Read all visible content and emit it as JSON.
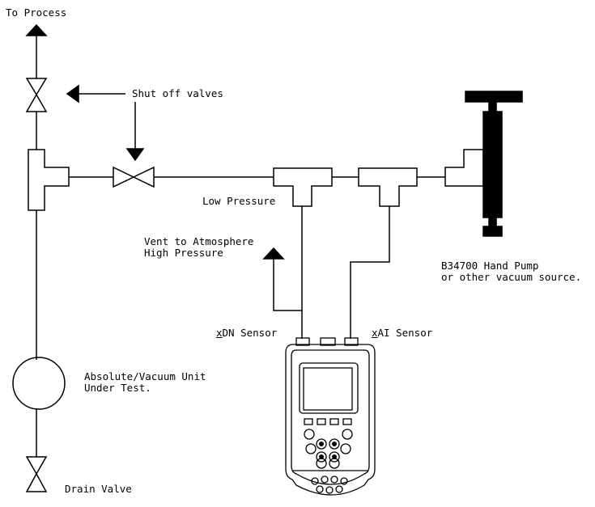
{
  "labels": {
    "to_process": "To Process",
    "shut_off_valves": "Shut off valves",
    "low_pressure": "Low Pressure",
    "vent_line1": "Vent to Atmosphere",
    "vent_line2": "High Pressure",
    "hand_pump_line1": "B34700 Hand Pump",
    "hand_pump_line2": "or other vacuum source.",
    "xdn_prefix": "x",
    "xdn_rest": "DN Sensor",
    "xai_prefix": "x",
    "xai_rest": "AI Sensor",
    "unit_line1": "Absolute/Vacuum Unit",
    "unit_line2": "Under Test.",
    "drain_valve": "Drain Valve"
  }
}
